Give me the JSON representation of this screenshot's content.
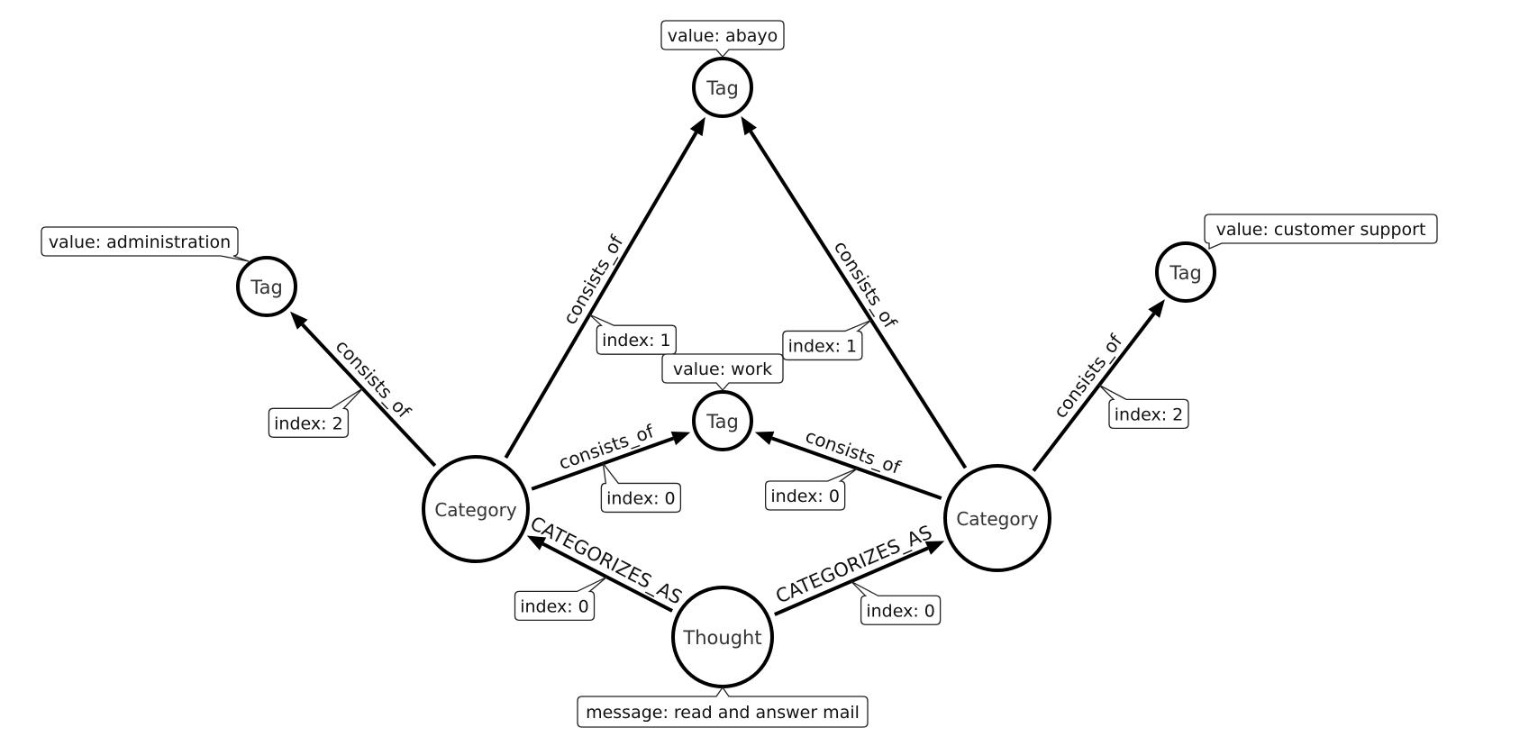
{
  "diagram": {
    "type": "property-graph",
    "nodes": [
      {
        "id": "tag_abayo",
        "label": "Tag",
        "property": "value: abayo",
        "callout": "above"
      },
      {
        "id": "tag_admin",
        "label": "Tag",
        "property": "value: administration",
        "callout": "above-left"
      },
      {
        "id": "tag_work",
        "label": "Tag",
        "property": "value: work",
        "callout": "above"
      },
      {
        "id": "tag_support",
        "label": "Tag",
        "property": "value: customer support",
        "callout": "above-right"
      },
      {
        "id": "cat_left",
        "label": "Category",
        "property": null
      },
      {
        "id": "cat_right",
        "label": "Category",
        "property": null
      },
      {
        "id": "thought",
        "label": "Thought",
        "property": "message: read and answer mail",
        "callout": "below"
      }
    ],
    "edges": [
      {
        "from": "cat_left",
        "to": "tag_admin",
        "label": "consists_of",
        "property": "index: 2"
      },
      {
        "from": "cat_left",
        "to": "tag_abayo",
        "label": "consists_of",
        "property": "index: 1"
      },
      {
        "from": "cat_left",
        "to": "tag_work",
        "label": "consists_of",
        "property": "index: 0"
      },
      {
        "from": "cat_right",
        "to": "tag_abayo",
        "label": "consists_of",
        "property": "index: 1"
      },
      {
        "from": "cat_right",
        "to": "tag_work",
        "label": "consists_of",
        "property": "index: 0"
      },
      {
        "from": "cat_right",
        "to": "tag_support",
        "label": "consists_of",
        "property": "index: 2"
      },
      {
        "from": "thought",
        "to": "cat_left",
        "label": "CATEGORIZES_AS",
        "property": "index: 0"
      },
      {
        "from": "thought",
        "to": "cat_right",
        "label": "CATEGORIZES_AS",
        "property": "index: 0"
      }
    ]
  }
}
